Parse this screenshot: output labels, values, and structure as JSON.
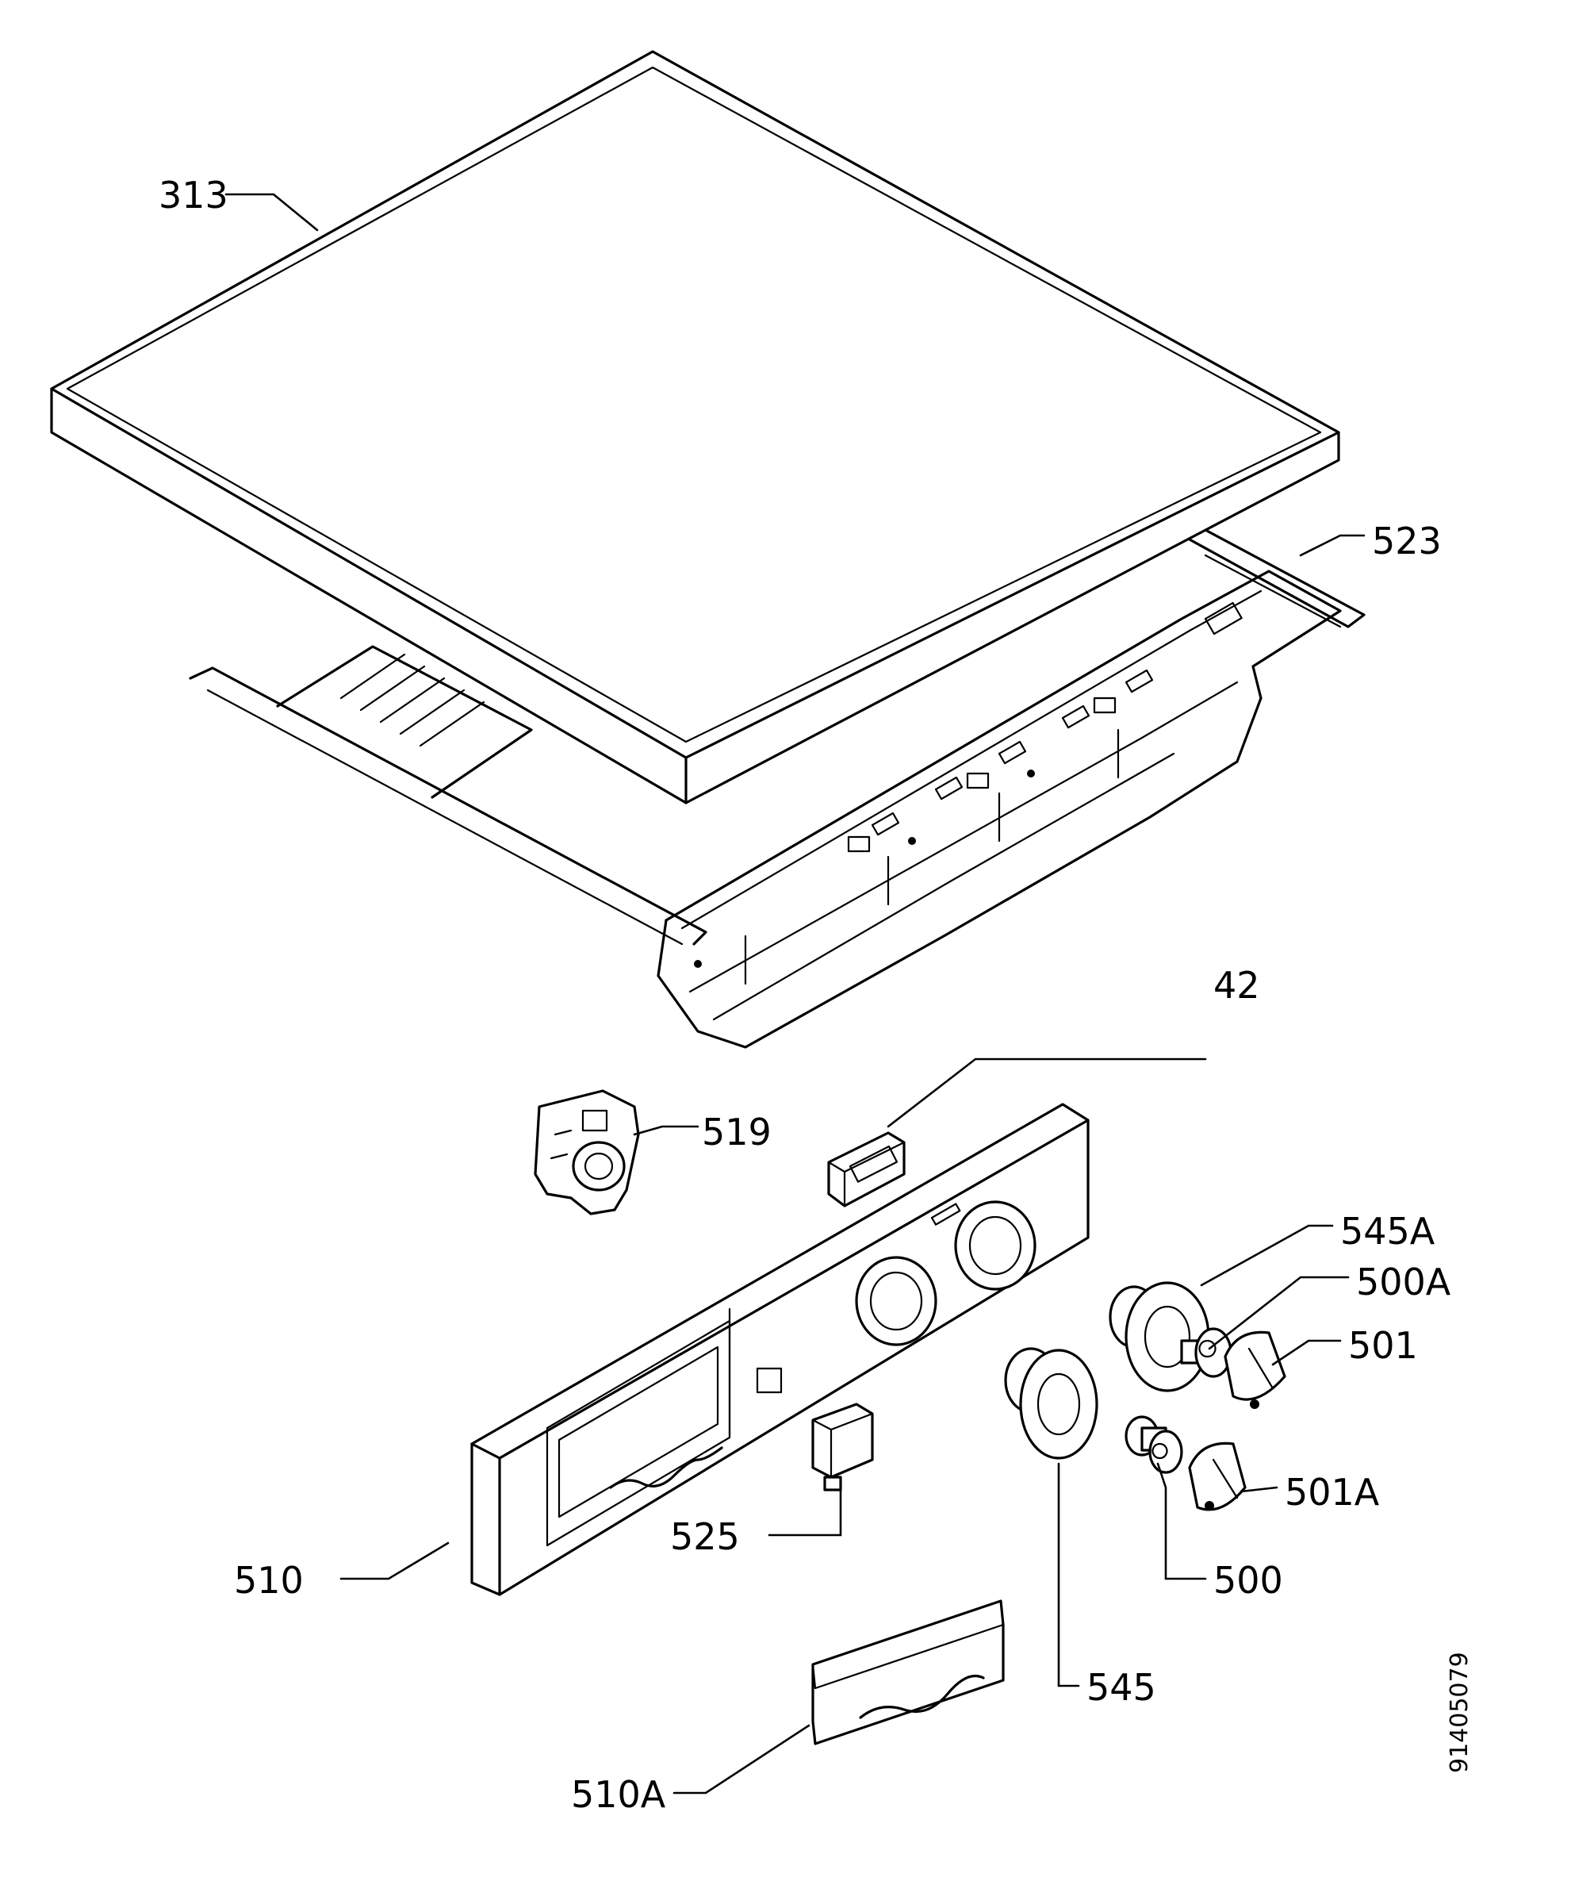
{
  "labels": {
    "p313": "313",
    "p523": "523",
    "p42": "42",
    "p519": "519",
    "p545A": "545A",
    "p500A": "500A",
    "p501": "501",
    "p501A": "501A",
    "p500": "500",
    "p525": "525",
    "p510": "510",
    "p545": "545",
    "p510A": "510A"
  },
  "document_number": "91405079"
}
